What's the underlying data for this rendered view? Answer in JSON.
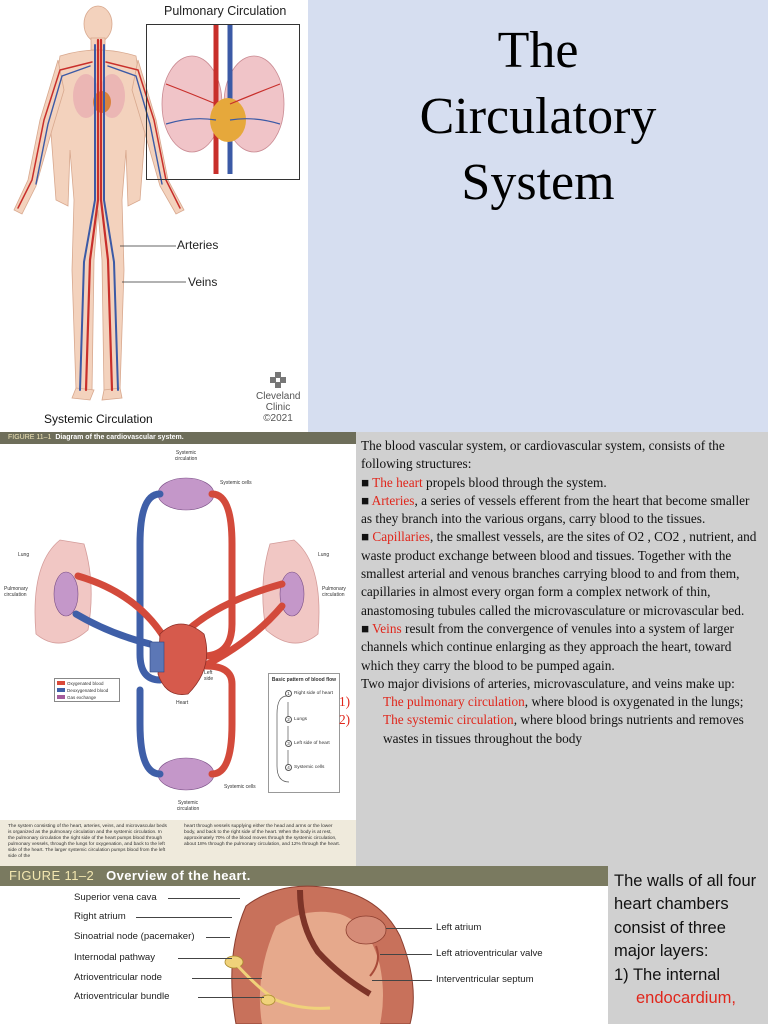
{
  "title": {
    "line1": "The",
    "line2": "Circulatory",
    "line3": "System"
  },
  "anatomy": {
    "pulmonary_title": "Pulmonary Circulation",
    "arteries": "Arteries",
    "veins": "Veins",
    "systemic_title": "Systemic Circulation",
    "logo_line1": "Cleveland",
    "logo_line2": "Clinic",
    "logo_line3": "©2021"
  },
  "figure1": {
    "number": "FIGURE 11–1",
    "caption": "Diagram of the cardiovascular system.",
    "labels": {
      "systemic_top": "Systemic circulation",
      "systemic_cells_top": "Systemic cells",
      "lung_left": "Lung",
      "lung_right": "Lung",
      "pulm_left": "Pulmonary circulation",
      "pulm_right": "Pulmonary circulation",
      "heart": "Heart",
      "left_side": "Left side",
      "systemic_cells_bottom": "Systemic cells",
      "systemic_bottom": "Systemic circulation"
    },
    "legend": [
      "Oxygenated blood",
      "Deoxygenated blood",
      "Gas exchange"
    ],
    "legend_colors": [
      "#d9493a",
      "#3f5fa8",
      "#a45c9c"
    ],
    "flow_title": "Basic pattern of blood flow",
    "flow_steps": [
      "Right side of heart",
      "Lungs",
      "Left side of heart",
      "Systemic cells"
    ],
    "footnote_left": "The system consisting of the heart, arteries, veins, and microvascular beds is organized as the pulmonary circulation and the systemic circulation. In the pulmonary circulation the right side of the heart pumps blood through pulmonary vessels, through the lungs for oxygenation, and back to the left side of the heart. The larger systemic circulation pumps blood from the left side of the",
    "footnote_right": "heart through vessels supplying either the head and arms or the lower body, and back to the right side of the heart. When the body is at rest, approximately 70% of the blood moves through the systemic circulation, about 18% through the pulmonary circulation, and 12% through the heart."
  },
  "body_text": {
    "intro": "The blood vascular system, or cardiovascular system, consists of the following structures:",
    "bullet": "■",
    "heart_term": "The heart",
    "heart_rest": " propels blood through the system.",
    "arteries_term": "Arteries",
    "arteries_rest": ", a series of vessels efferent from the heart that become smaller as they branch into the various organs, carry blood to the tissues.",
    "capillaries_term": "Capillaries",
    "capillaries_rest": ", the smallest vessels, are the sites of O2 , CO2 , nutrient, and waste product exchange between blood and tissues. Together with the smallest arterial and venous branches carrying blood to and from them, capillaries in almost every organ form a complex network of thin, anastomosing tubules called the microvasculature or microvascular bed.",
    "veins_term": "Veins",
    "veins_rest": " result from the convergence of venules into a system of larger channels which continue enlarging as they approach the heart, toward which they carry the blood to be pumped again.",
    "divisions": "Two major divisions of arteries, microvasculature, and veins make up:",
    "item1_num": "1)",
    "item1_term": "The pulmonary circulation",
    "item1_rest": ", where blood is oxygenated in the lungs;",
    "item2_num": "2)",
    "item2_term": "The systemic circulation",
    "item2_rest": ", where blood brings nutrients and removes wastes in tissues throughout the body"
  },
  "figure2": {
    "number": "FIGURE 11–2",
    "caption": "Overview of the heart.",
    "labels_left": [
      "Superior vena cava",
      "Right atrium",
      "Sinoatrial node (pacemaker)",
      "Internodal pathway",
      "Atrioventricular node",
      "Atrioventricular bundle"
    ],
    "labels_right": [
      "Left atrium",
      "Left atrioventricular valve",
      "Interventricular septum"
    ]
  },
  "walls": {
    "text": "The walls of all four heart chambers consist of three major layers:",
    "item_num": "1)",
    "item_text": "The internal",
    "item_cont": "endocardium,"
  }
}
